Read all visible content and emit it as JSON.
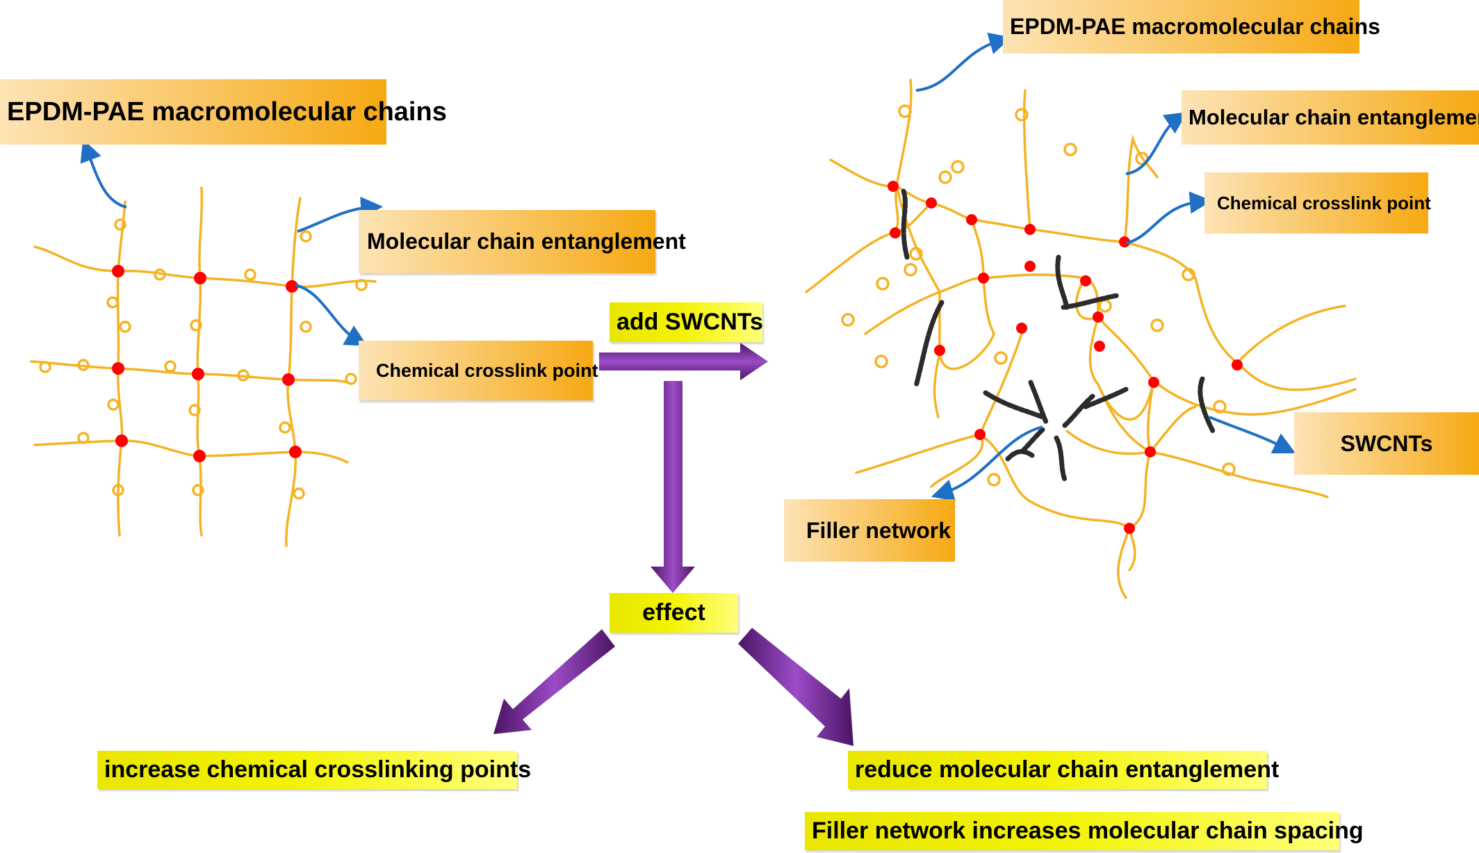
{
  "labels": {
    "left_chains": "EPDM-PAE macromolecular chains",
    "left_entanglement": "Molecular chain entanglement",
    "left_crosslink": "Chemical crosslink point",
    "add_swcnts": "add SWCNTs",
    "effect": "effect",
    "increase_crosslinking": "increase chemical crosslinking points",
    "reduce_entanglement": "reduce molecular chain entanglement",
    "filler_spacing": "Filler network increases molecular chain spacing",
    "right_chains": "EPDM-PAE macromolecular chains",
    "right_entanglement": "Molecular chain entanglement",
    "right_crosslink": "Chemical crosslink point",
    "swcnts": "SWCNTs",
    "filler_network": "Filler network"
  },
  "colors": {
    "chain": "#f5b324",
    "crosslink": "#ff0000",
    "swcnt": "#2b2b2b",
    "pointer_arrow": "#1f6fc4",
    "flow_arrow": "#7b2f9c",
    "label_orange": "#f8b735",
    "label_yellow": "#f2f200"
  }
}
